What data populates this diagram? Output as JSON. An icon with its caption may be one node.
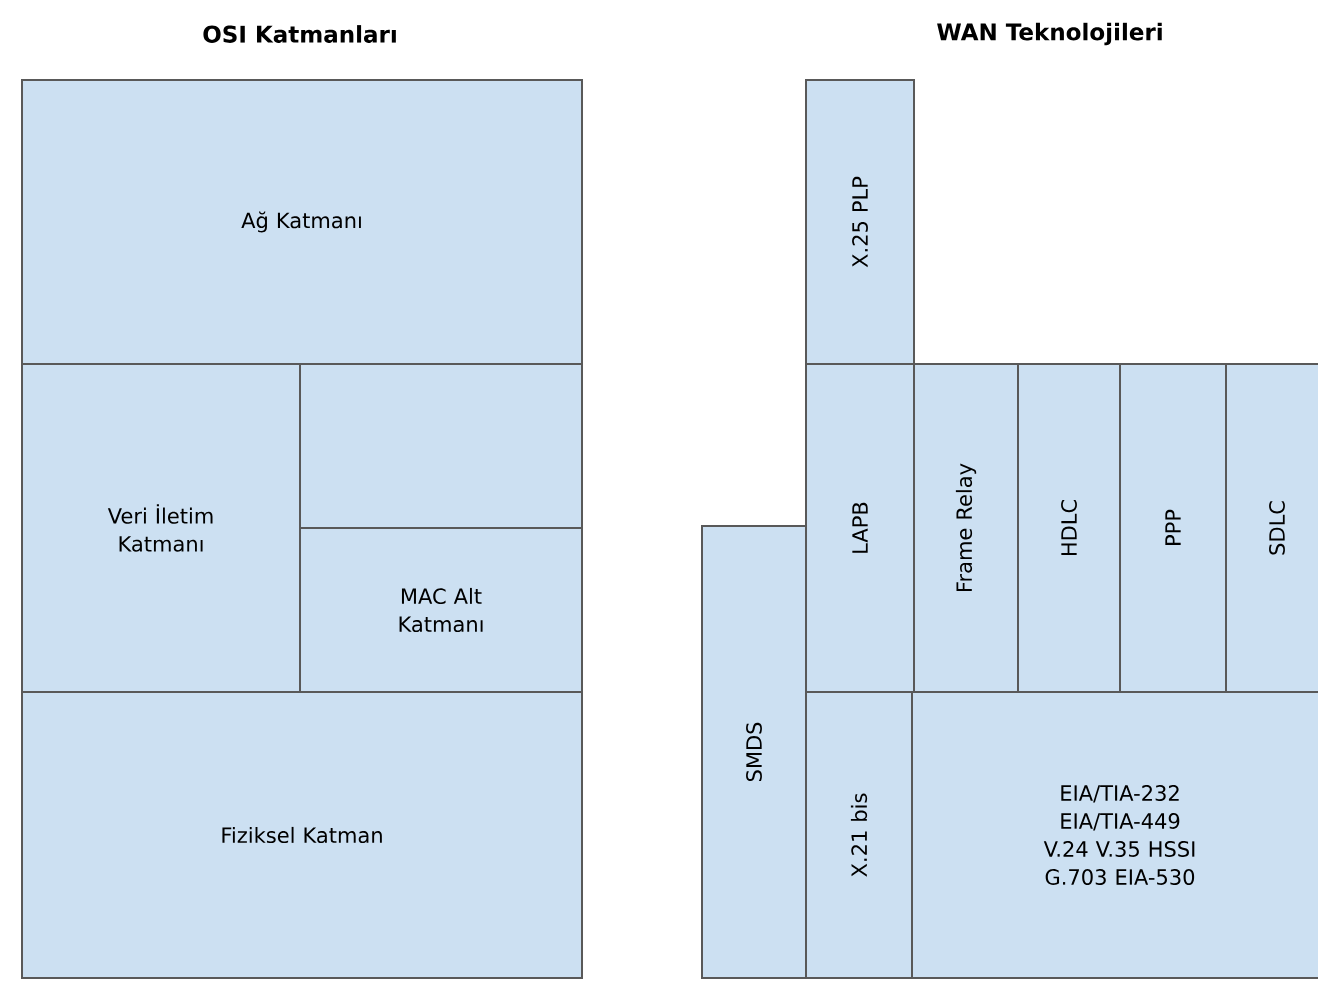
{
  "diagram": {
    "nodes": [
      {
        "text": [
          "Ağ Katmanı"
        ]
      },
      {
        "text": [
          "Veri İletim Katmanı"
        ]
      },
      {
        "text": [],
        "shape": "box"
      },
      {
        "text": [
          "MAC Alt Katmanı"
        ]
      },
      {
        "text": [
          "Fiziksel Katman"
        ]
      },
      {
        "text": [
          "X.25 PLP"
        ]
      },
      {
        "text": [
          "LAPB"
        ]
      },
      {
        "text": [
          "Frame Relay"
        ]
      },
      {
        "text": [
          "HDLC"
        ]
      },
      {
        "text": [
          "PPP"
        ]
      },
      {
        "text": [
          "SDLC"
        ]
      },
      {
        "text": [
          "SMDS"
        ]
      },
      {
        "text": [
          "X.21 bis"
        ]
      },
      {
        "text": [
          "EIA/TIA-232",
          "EIA/TIA-449",
          "V.24  V.35 HSSI",
          "G.703 EIA-530"
        ]
      }
    ],
    "labels": [
      "OSI Katmanları",
      "WAN Teknolojileri"
    ]
  }
}
